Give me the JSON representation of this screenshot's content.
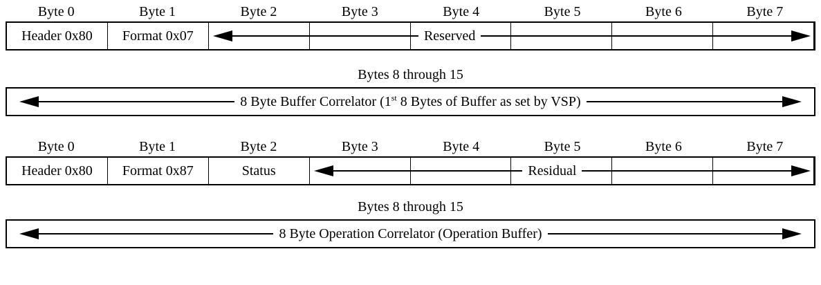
{
  "table1": {
    "byte_labels": [
      "Byte 0",
      "Byte 1",
      "Byte 2",
      "Byte 3",
      "Byte 4",
      "Byte 5",
      "Byte 6",
      "Byte 7"
    ],
    "cell0": "Header 0x80",
    "cell1": "Format 0x07",
    "span_label": "Reserved",
    "section_label": "Bytes 8 through 15",
    "wide": {
      "pre": "8 Byte Buffer Correlator (1",
      "sup": "st",
      "post": " 8 Bytes of Buffer as set by VSP)"
    }
  },
  "table2": {
    "byte_labels": [
      "Byte 0",
      "Byte 1",
      "Byte 2",
      "Byte 3",
      "Byte 4",
      "Byte 5",
      "Byte 6",
      "Byte 7"
    ],
    "cell0": "Header 0x80",
    "cell1": "Format 0x87",
    "cell2": "Status",
    "span_label": "Residual",
    "section_label": "Bytes 8 through 15",
    "wide": {
      "label": "8 Byte Operation Correlator (Operation Buffer)"
    }
  },
  "colors": {
    "line": "#000000",
    "background": "#ffffff"
  }
}
